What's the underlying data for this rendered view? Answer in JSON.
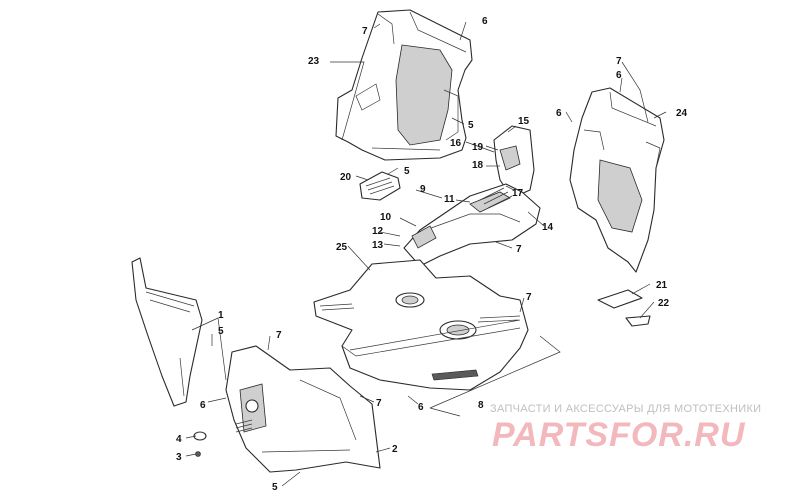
{
  "diagram": {
    "callouts": [
      "23",
      "7",
      "6",
      "5",
      "5",
      "16",
      "15",
      "19",
      "18",
      "17",
      "20",
      "9",
      "11",
      "10",
      "12",
      "13",
      "14",
      "7",
      "25",
      "7",
      "6",
      "24",
      "7",
      "6",
      "21",
      "22",
      "1",
      "5",
      "7",
      "6",
      "7",
      "6",
      "4",
      "3",
      "5",
      "2",
      "8"
    ]
  },
  "watermark": {
    "caption": "ЗАПЧАСТИ И АКСЕССУАРЫ ДЛЯ МОТОТЕХНИКИ",
    "logo_text": "PARTSFOR.RU",
    "color": "#f2b8bc"
  }
}
